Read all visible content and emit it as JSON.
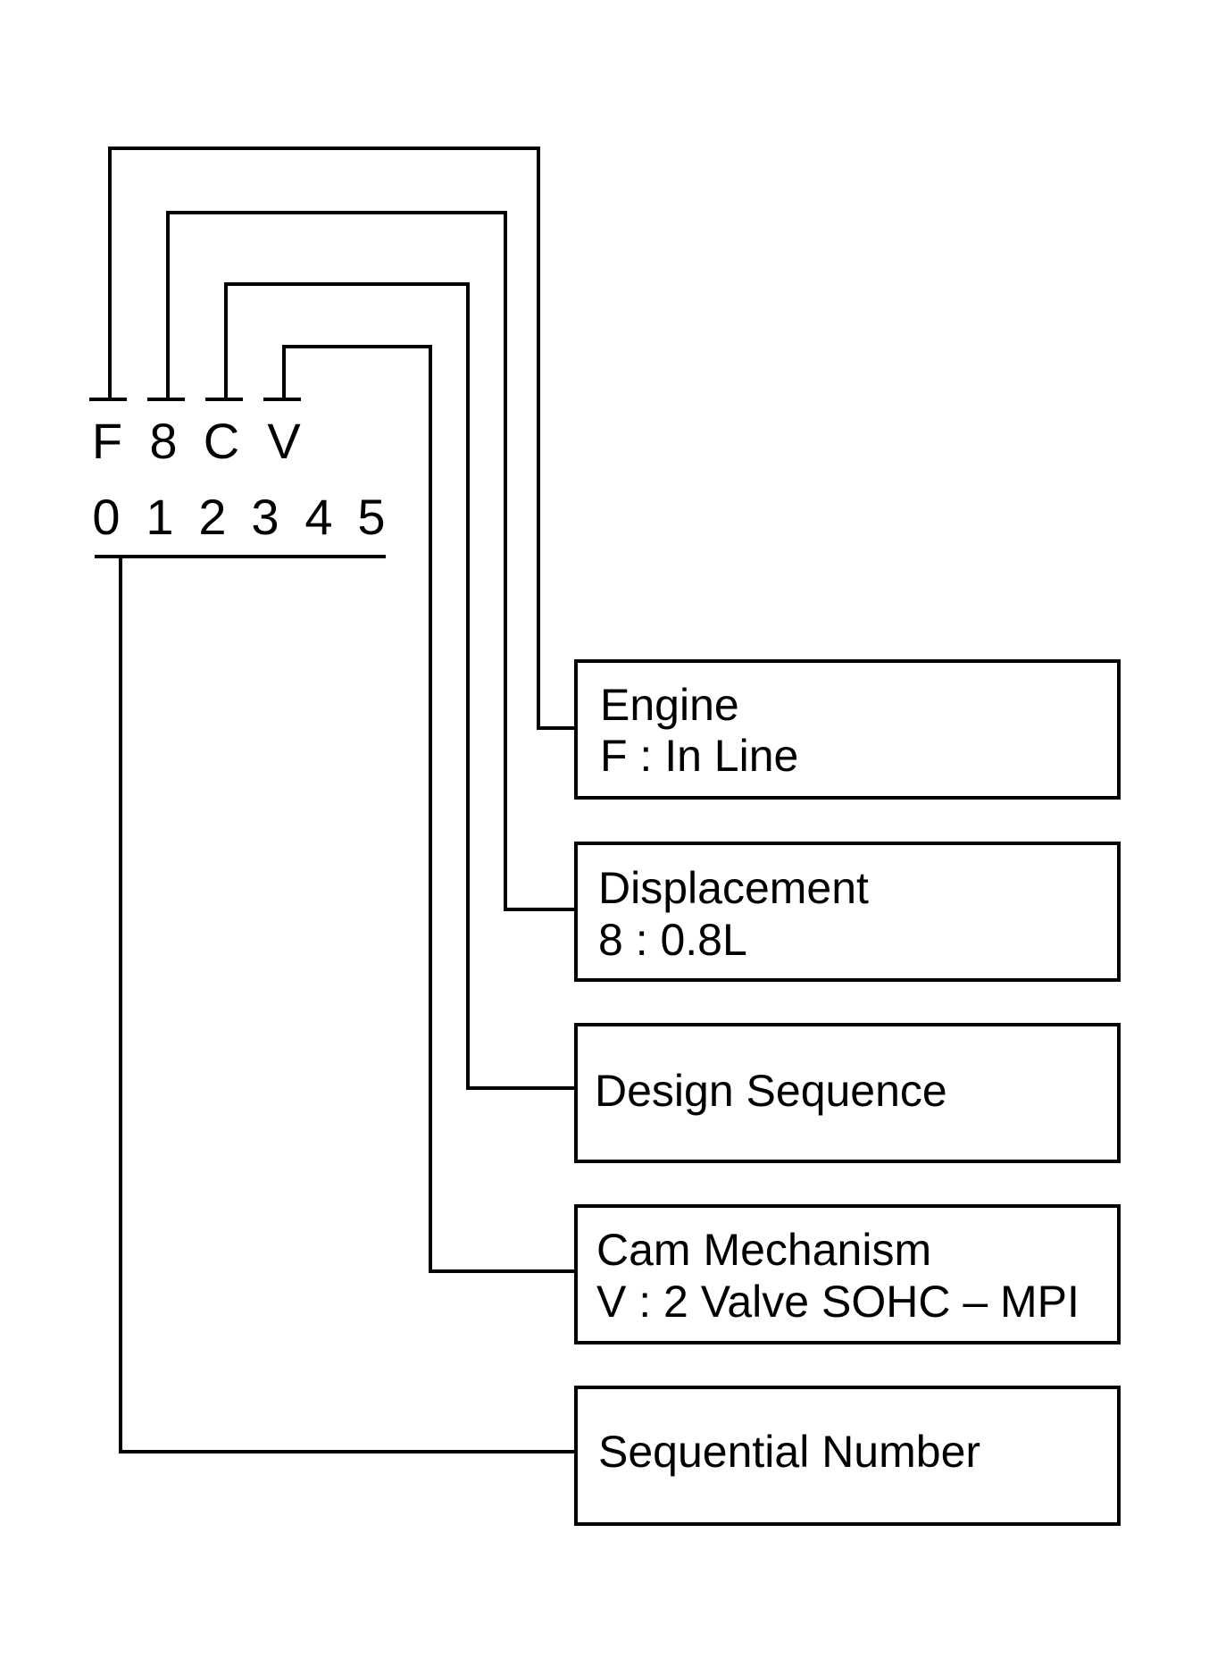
{
  "code": {
    "characters": [
      "F",
      "8",
      "C",
      "V"
    ],
    "positions": [
      "0",
      "1",
      "2",
      "3",
      "4",
      "5"
    ]
  },
  "boxes": [
    {
      "title": "Engine",
      "detail": "F : In Line"
    },
    {
      "title": "Displacement",
      "detail": "8 : 0.8L"
    },
    {
      "title": "Design Sequence",
      "detail": ""
    },
    {
      "title": "Cam Mechanism",
      "detail": "V : 2 Valve SOHC – MPI"
    },
    {
      "title": "Sequential Number",
      "detail": ""
    }
  ],
  "colors": {
    "ink": "#000000",
    "background": "#ffffff"
  }
}
